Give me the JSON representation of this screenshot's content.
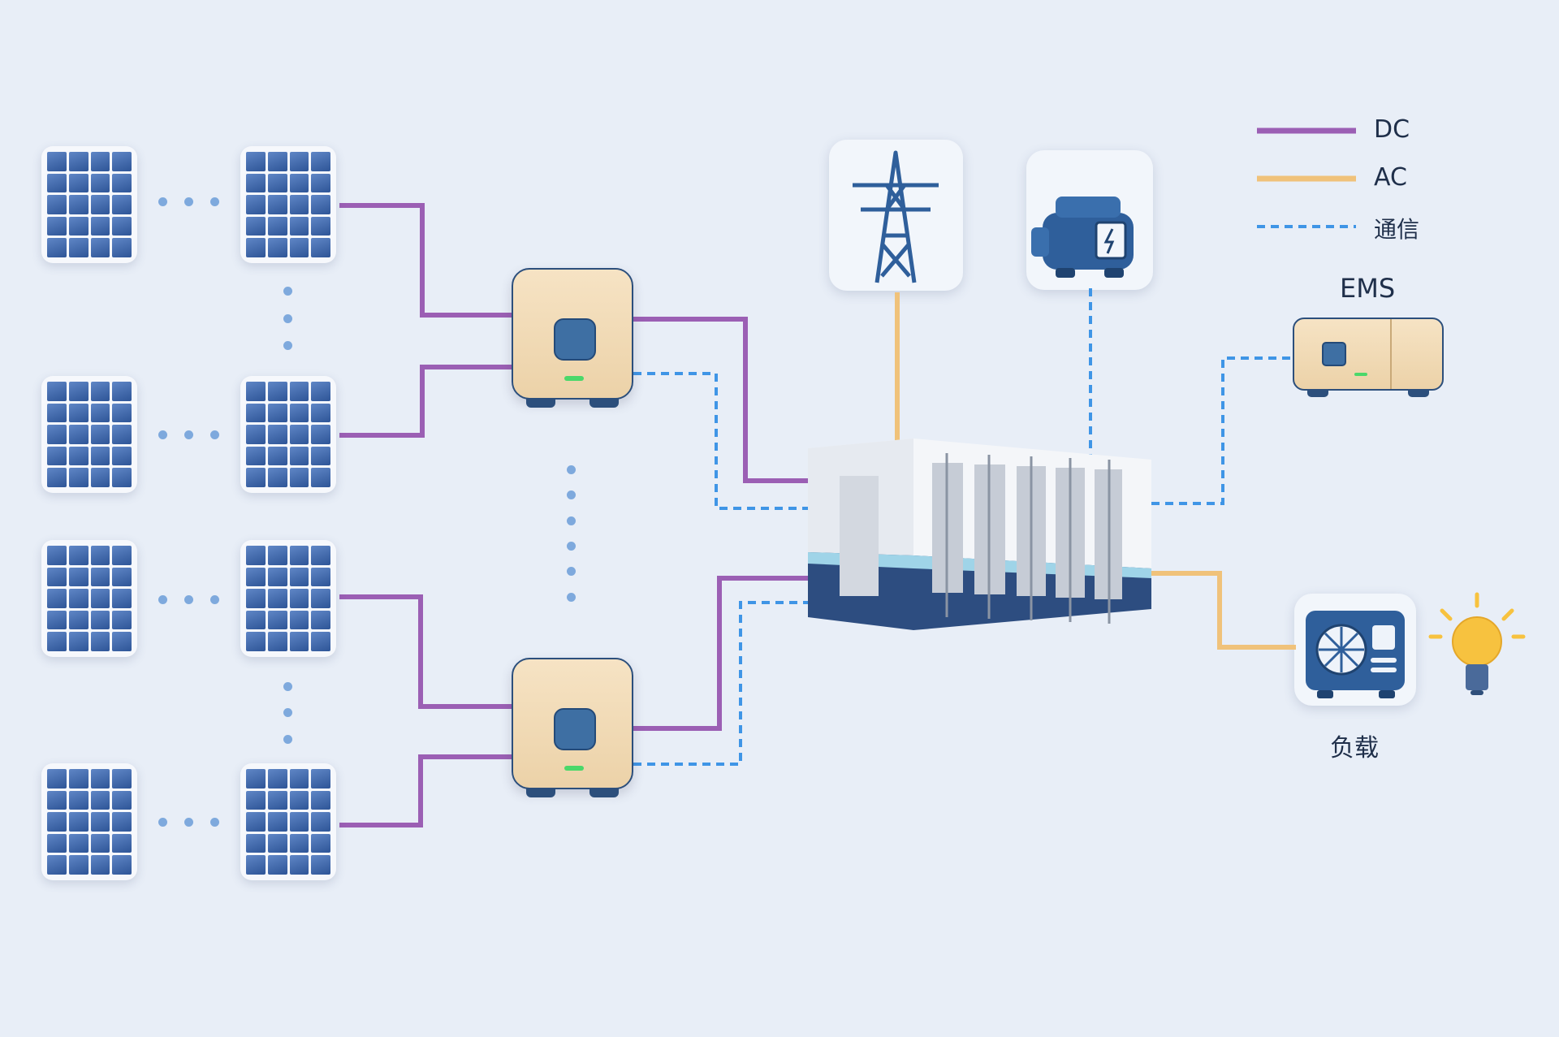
{
  "legend": [
    {
      "label": "DC",
      "color": "#9b5fb4",
      "style": "solid"
    },
    {
      "label": "AC",
      "color": "#f0c27a",
      "style": "solid"
    },
    {
      "label": "通信",
      "color": "#3f95e6",
      "style": "dashed"
    }
  ],
  "labels": {
    "ems": "EMS",
    "load": "负载"
  },
  "colors": {
    "background": "#e8eef7",
    "dc_line": "#9b5fb4",
    "ac_line": "#f0c27a",
    "comm_line": "#3f95e6",
    "equipment_blue": "#2c4f7c",
    "equipment_beige": "#f0d8b2"
  },
  "icons": [
    "solar-panel-icon",
    "inverter-icon",
    "transmission-tower-icon",
    "generator-icon",
    "energy-storage-container-icon",
    "ems-controller-icon",
    "air-conditioner-icon",
    "light-bulb-icon"
  ]
}
